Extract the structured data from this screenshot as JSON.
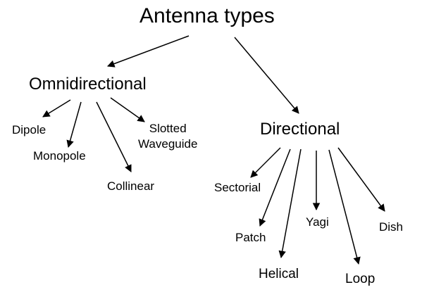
{
  "diagram": {
    "title": "Antenna types",
    "categories": {
      "omnidirectional": "Omnidirectional",
      "directional": "Directional"
    },
    "omni_items": {
      "dipole": "Dipole",
      "monopole": "Monopole",
      "collinear": "Collinear",
      "slotted_line1": "Slotted",
      "slotted_line2": "Waveguide"
    },
    "directional_items": {
      "sectorial": "Sectorial",
      "patch": "Patch",
      "helical": "Helical",
      "yagi": "Yagi",
      "loop": "Loop",
      "dish": "Dish"
    }
  }
}
